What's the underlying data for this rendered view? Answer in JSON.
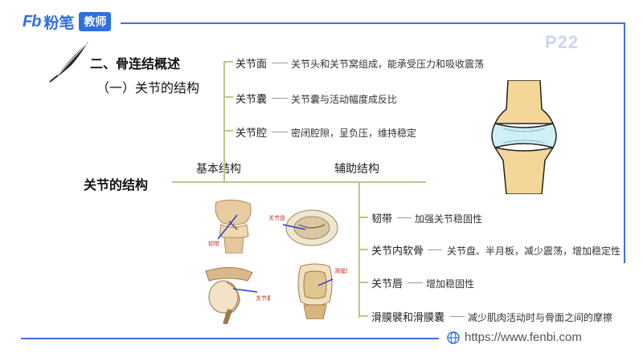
{
  "brand": {
    "mark": "Fb",
    "name": "粉笔",
    "badge": "教师"
  },
  "page_number": "P22",
  "section": {
    "title": "二、骨连结概述",
    "subtitle": "（一）关节的结构"
  },
  "main_node": "关节的结构",
  "basic": {
    "label": "基本结构",
    "items": [
      {
        "name": "关节面",
        "desc": "关节头和关节窝组成，能承受压力和吸收震荡"
      },
      {
        "name": "关节囊",
        "desc": "关节囊与活动幅度成反比"
      },
      {
        "name": "关节腔",
        "desc": "密闭腔隙，呈负压，维持稳定"
      }
    ]
  },
  "aux": {
    "label": "辅助结构",
    "items": [
      {
        "name": "韧带",
        "desc": "加强关节稳固性"
      },
      {
        "name": "关节内软骨",
        "desc": "关节盘、半月板，减少震荡，增加稳定性"
      },
      {
        "name": "关节唇",
        "desc": "增加稳固性"
      },
      {
        "name": "滑膜襞和滑膜囊",
        "desc": "减少肌肉活动时与骨面之间的摩擦"
      }
    ]
  },
  "image_labels": {
    "ligament": "韧带",
    "disc": "关节盘",
    "capsule": "关节囊",
    "bursa": "滑膜囊"
  },
  "footer": {
    "url": "https://www.fenbi.com"
  },
  "colors": {
    "brand_blue": "#2f6fe0",
    "tree_green": "#b9c98a",
    "pointer_blue": "#2b3bd6",
    "cartilage": "#cfeff4"
  }
}
